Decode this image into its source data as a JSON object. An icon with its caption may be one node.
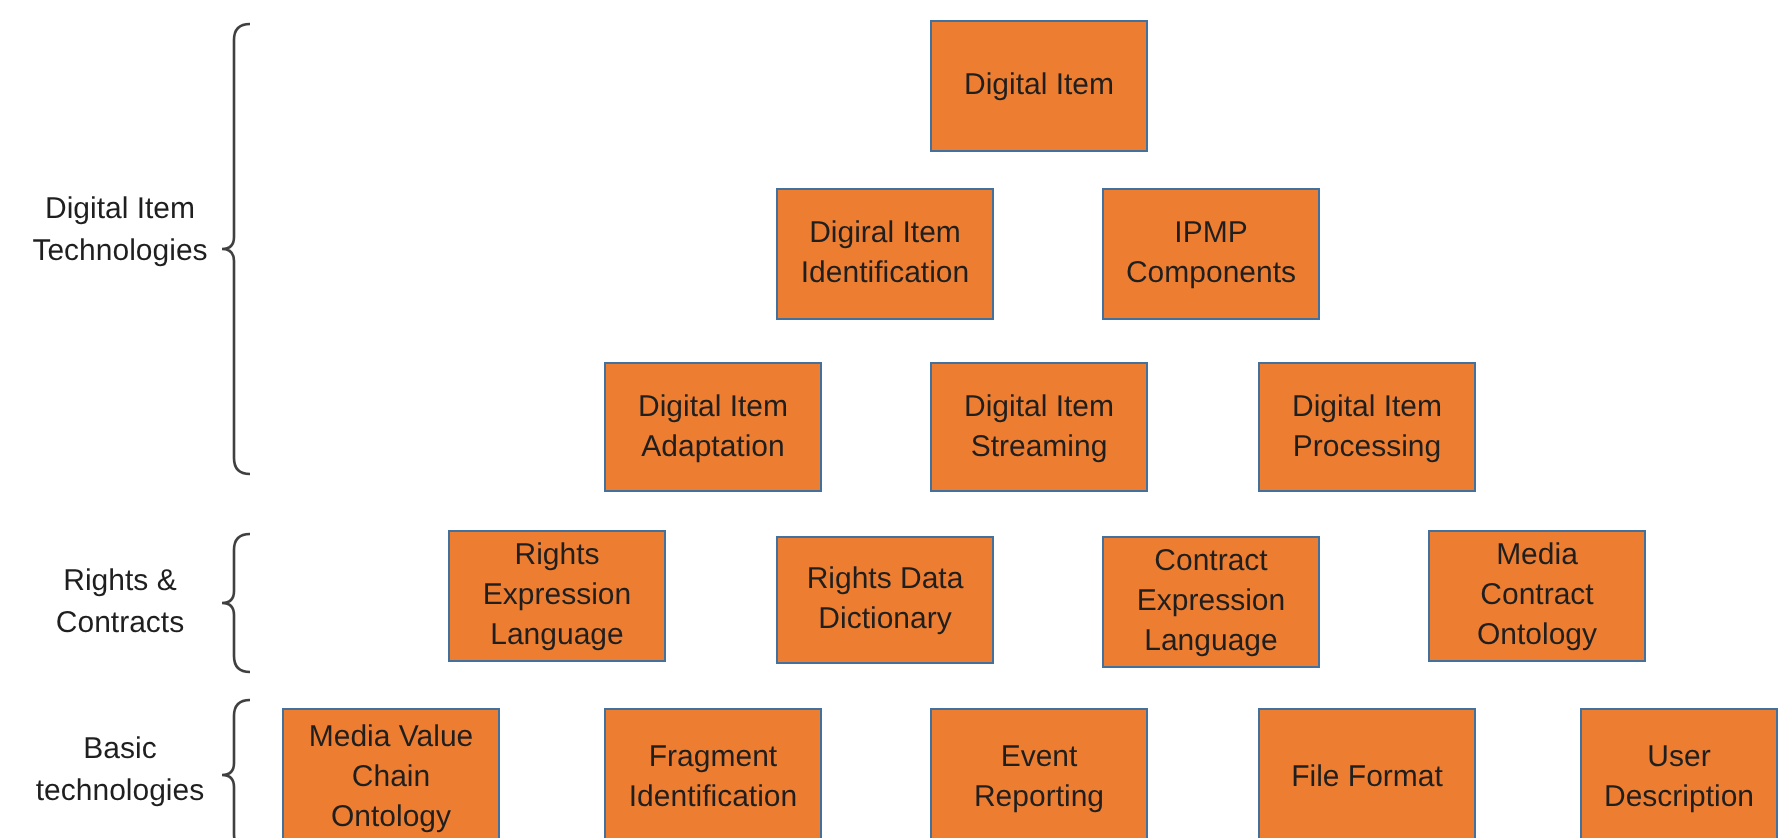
{
  "diagram": {
    "nodes": [
      {
        "text": [
          "Digital Item"
        ]
      },
      {
        "text": [
          "Digiral Item Identification"
        ]
      },
      {
        "text": [
          "IPMP Components"
        ]
      },
      {
        "text": [
          "Digital Item Adaptation"
        ]
      },
      {
        "text": [
          "Digital Item Streaming"
        ]
      },
      {
        "text": [
          "Digital Item Processing"
        ]
      },
      {
        "text": [
          "Rights Expression Language"
        ]
      },
      {
        "text": [
          "Rights Data Dictionary"
        ]
      },
      {
        "text": [
          "Contract Expression Language"
        ]
      },
      {
        "text": [
          "Media Contract Ontology"
        ]
      },
      {
        "text": [
          "Media Value Chain Ontology"
        ]
      },
      {
        "text": [
          "Fragment Identification"
        ]
      },
      {
        "text": [
          "Event Reporting"
        ]
      },
      {
        "text": [
          "File Format"
        ]
      },
      {
        "text": [
          "User Description"
        ]
      }
    ],
    "edges": [],
    "labels": [
      "Digital Item Technologies",
      "Rights & Contracts",
      "Basic technologies"
    ]
  }
}
